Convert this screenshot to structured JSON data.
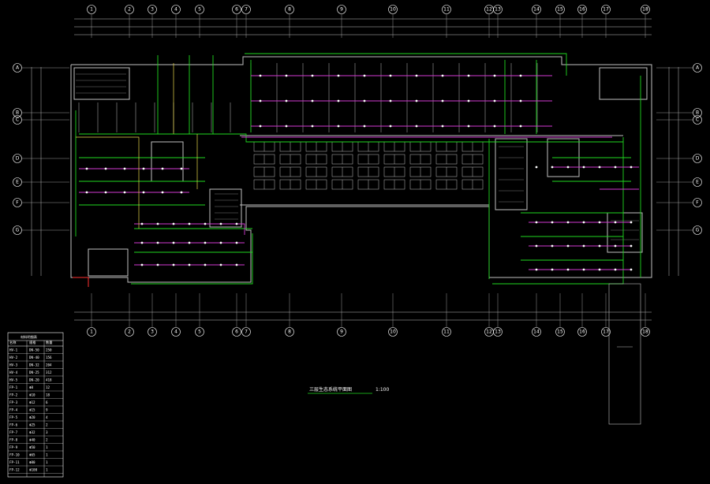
{
  "drawing": {
    "title": "三层生态系统平面图",
    "scale": "1:100",
    "colors": {
      "background": "#000000",
      "wall": "#bfbfbf",
      "green": "#1fd81f",
      "magenta": "#d23ad2",
      "yellow": "#e8d84a",
      "white": "#ffffff",
      "red": "#ff3030"
    }
  },
  "axes": {
    "columns": [
      "1",
      "2",
      "3",
      "4",
      "5",
      "6",
      "7",
      "8",
      "9",
      "10",
      "11",
      "12",
      "13",
      "14",
      "15",
      "16",
      "17",
      "18"
    ],
    "rows": [
      "A",
      "B",
      "C",
      "D",
      "E",
      "F",
      "G"
    ]
  },
  "legend_table": {
    "title": "材料明细表",
    "header": [
      "名称",
      "规格",
      "数量"
    ],
    "rows": [
      [
        "HV-1",
        "DN-50",
        "250"
      ],
      [
        "HV-2",
        "DN-40",
        "156"
      ],
      [
        "HV-3",
        "DN-32",
        "204"
      ],
      [
        "HV-4",
        "DN-25",
        "312"
      ],
      [
        "HV-5",
        "DN-20",
        "418"
      ],
      [
        "FP-1",
        "Φ8",
        "12"
      ],
      [
        "FP-2",
        "Φ10",
        "18"
      ],
      [
        "FP-3",
        "Φ12",
        "6"
      ],
      [
        "FP-4",
        "Φ15",
        "9"
      ],
      [
        "FP-5",
        "Φ20",
        "4"
      ],
      [
        "FP-6",
        "Φ25",
        "2"
      ],
      [
        "FP-7",
        "Φ32",
        "3"
      ],
      [
        "FP-8",
        "Φ40",
        "2"
      ],
      [
        "FP-9",
        "Φ50",
        "1"
      ],
      [
        "FP-10",
        "Φ65",
        "1"
      ],
      [
        "FP-11",
        "Φ80",
        "1"
      ],
      [
        "FP-12",
        "Φ100",
        "1"
      ]
    ]
  }
}
